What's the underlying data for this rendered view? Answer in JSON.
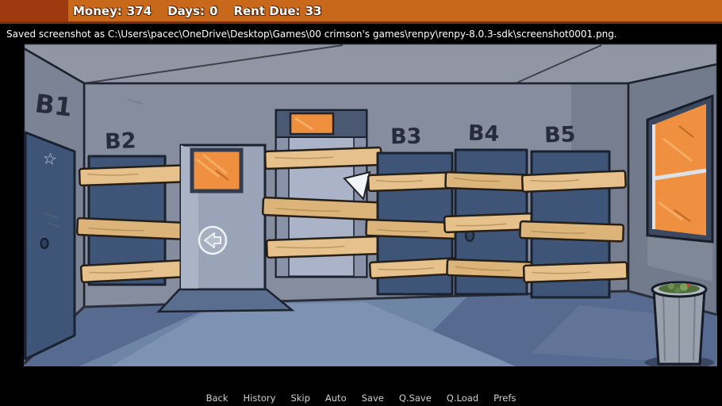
{
  "hud": {
    "money_label": "Money:",
    "money_value": "374",
    "days_label": "Days:",
    "days_value": "0",
    "rent_label": "Rent Due:",
    "rent_value": "33"
  },
  "notification": {
    "text": "Saved screenshot as C:\\Users\\pacec\\OneDrive\\Desktop\\Games\\00 crimson's games\\renpy\\renpy-8.0.3-sdk\\screenshot0001.png."
  },
  "scene": {
    "room_labels": [
      "B1",
      "B2",
      "B3",
      "B4",
      "B5"
    ]
  },
  "quick_menu": {
    "items": [
      "Back",
      "History",
      "Skip",
      "Auto",
      "Save",
      "Q.Save",
      "Q.Load",
      "Prefs"
    ]
  },
  "colors": {
    "hud_bar": "#c8681b",
    "hud_block": "#9e3a10",
    "window_glow": "#ef9040",
    "plank": "#e6c18c",
    "door": "#3f5577",
    "floor": "#6e85a6"
  }
}
